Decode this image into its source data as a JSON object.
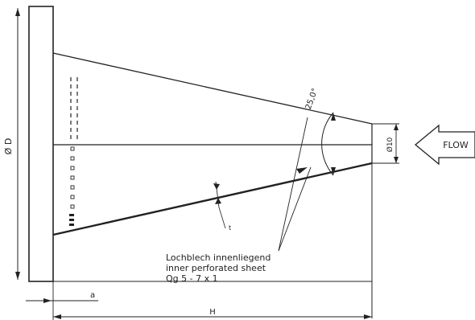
{
  "labels": {
    "diameter_main": "Ø D",
    "dim_a": "a",
    "dim_h": "H",
    "angle": "25,0°",
    "diameter_outlet": "Ø10",
    "flow": "FLOW",
    "note_line1": "Lochblech innenliegend",
    "note_line2": "inner perforated sheet",
    "note_line3": "Qg 5 - 7 x 1",
    "small_mark": "t"
  }
}
